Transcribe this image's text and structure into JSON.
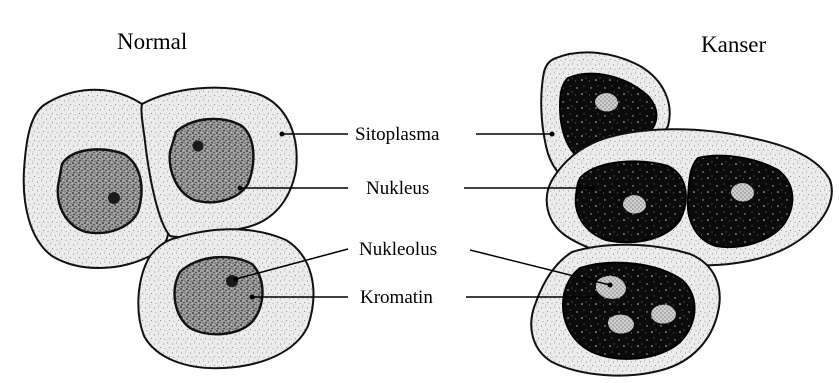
{
  "headings": {
    "normal": "Normal",
    "cancer": "Kanser"
  },
  "labels": {
    "cytoplasm": "Sitoplasma",
    "nucleus": "Nukleus",
    "nucleolus": "Nukleolus",
    "chromatin": "Kromatin"
  }
}
